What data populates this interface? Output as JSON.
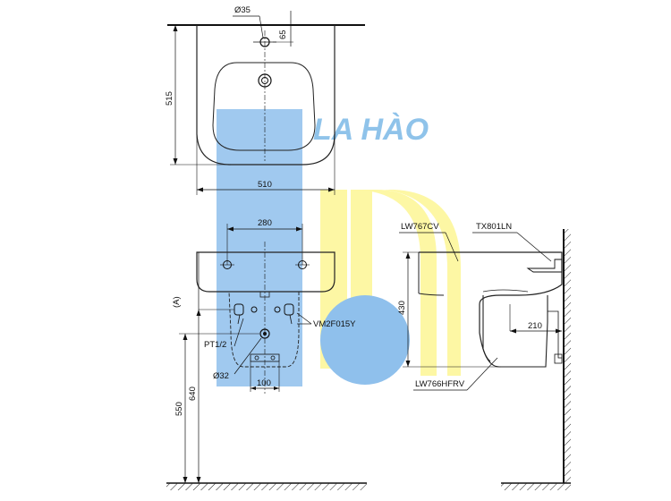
{
  "watermark": {
    "text": "LA HÀO",
    "colors": {
      "blue": "#8fc0ec",
      "yellow": "#fdf7a4"
    }
  },
  "top_view": {
    "hole_diameter": "Ø35",
    "hole_offset": "65",
    "depth": "515",
    "width": "510"
  },
  "front_view": {
    "bolt_spacing": "280",
    "dim_a": "(A)",
    "drain_height": "430",
    "wall_offset": "210",
    "height_640": "640",
    "height_550": "550",
    "pipe_thread": "PT1/2",
    "drain_diameter": "Ø32",
    "drain_spacing": "100"
  },
  "parts": {
    "basin": "LW767CV",
    "faucet": "TX801LN",
    "valve": "VM2F015Y",
    "pedestal": "LW766HFRV"
  }
}
